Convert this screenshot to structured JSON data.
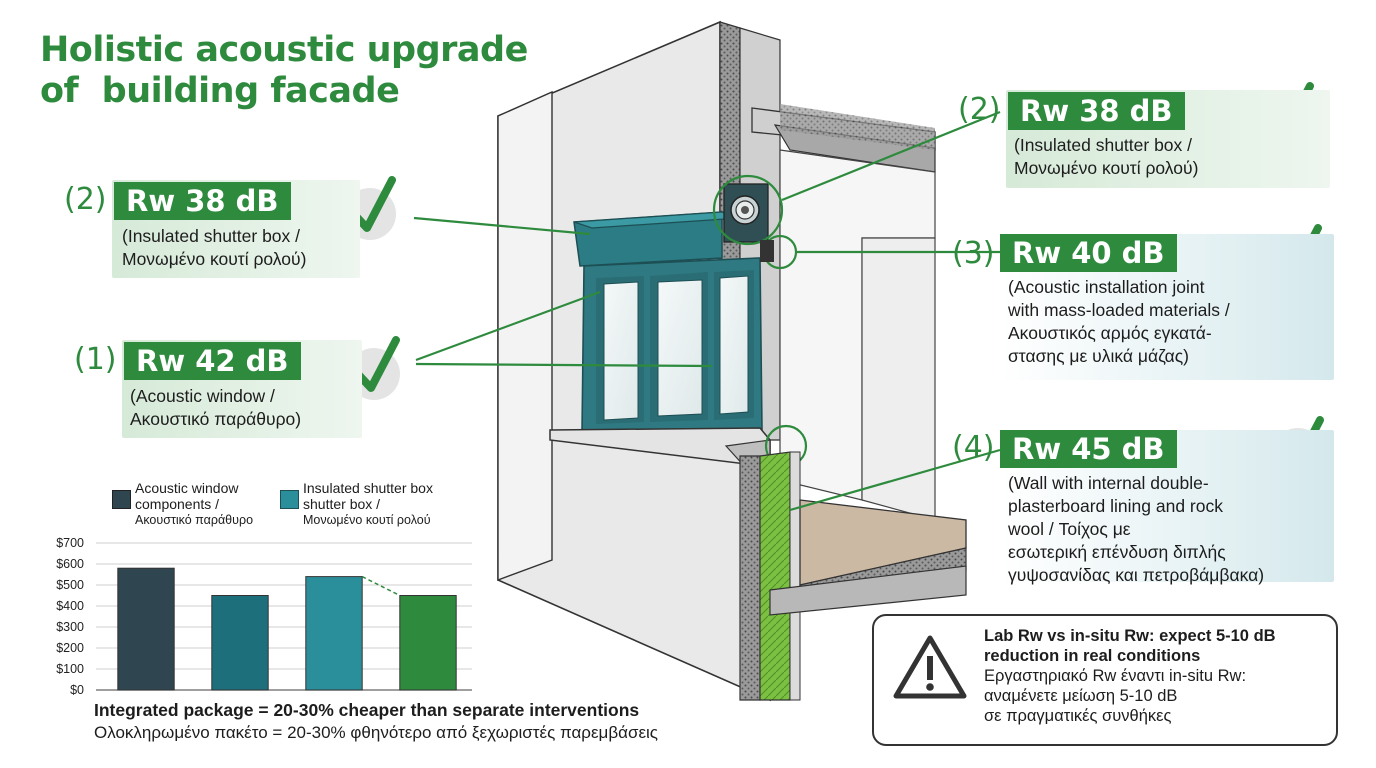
{
  "title": {
    "line1": "Holistic acoustic upgrade",
    "line2": "of  building facade"
  },
  "callouts": [
    {
      "num": "(2)",
      "rating": "Rw 38 dB",
      "desc1": "(Insulated shutter box /",
      "desc2": "Μονωμένο κουτί ρολού)"
    },
    {
      "num": "(1)",
      "rating": "Rw 42 dB",
      "desc1": "(Acoustic window /",
      "desc2": "Ακουστικό παράθυρο)"
    },
    {
      "num": "(2)",
      "rating": "Rw 38 dB",
      "desc1": "(Insulated shutter box /",
      "desc2": "Μονωμένο κουτί ρολού)"
    },
    {
      "num": "(3)",
      "rating": "Rw 40 dB",
      "desc1": "(Acoustic installation joint",
      "desc2": "with mass-loaded materials /",
      "desc3": "Ακουστικός αρμός εγκατά-",
      "desc4": "στασης με υλικά μάζας)"
    },
    {
      "num": "(4)",
      "rating": "Rw 45 dB",
      "desc1": "(Wall with internal double-",
      "desc2": "plasterboard lining and rock",
      "desc3": "wool / Τοίχος με",
      "desc4": "εσωτερική επένδυση διπλής",
      "desc5": "γυψοσανίδας και πετροβάμβακα)"
    }
  ],
  "legend": [
    {
      "line1": "Acoustic window",
      "line2": "components /",
      "line3": "Ακουστικό παράθυρο",
      "color": "#2f4550"
    },
    {
      "line1": "Insulated shutter box",
      "line2": "shutter box /",
      "line3": "Μονωμένο κουτί ρολού",
      "color": "#2b8f9b"
    }
  ],
  "chart_data": {
    "type": "bar",
    "categories": [
      "",
      "",
      "",
      ""
    ],
    "values": [
      580,
      450,
      540,
      450
    ],
    "colors": [
      "#2f4550",
      "#1e6f7c",
      "#2b8f9b",
      "#2e8b3e"
    ],
    "ylim": [
      0,
      700
    ],
    "yticks": [
      "$0",
      "$100",
      "$200",
      "$300",
      "$400",
      "$500",
      "$600",
      "$700"
    ],
    "grid": true
  },
  "footnote": {
    "line1": "Integrated package = 20-30% cheaper than separate interventions",
    "line2": "Ολοκληρωμένο πακέτο = 20-30% φθηνότερο από ξεχωριστές παρεμβάσεις"
  },
  "warning": {
    "line1": "Lab Rw vs in-situ Rw: expect 5-10 dB",
    "line2": "reduction in real conditions",
    "line3": "Εργαστηριακό Rw έναντι in-situ Rw:",
    "line4": "αναμένετε μείωση 5-10 dB",
    "line5": "σε πραγματικές συνθήκες"
  },
  "colors": {
    "green": "#2e8b3e",
    "teal": "#2b7c84",
    "dark": "#2f4550"
  }
}
